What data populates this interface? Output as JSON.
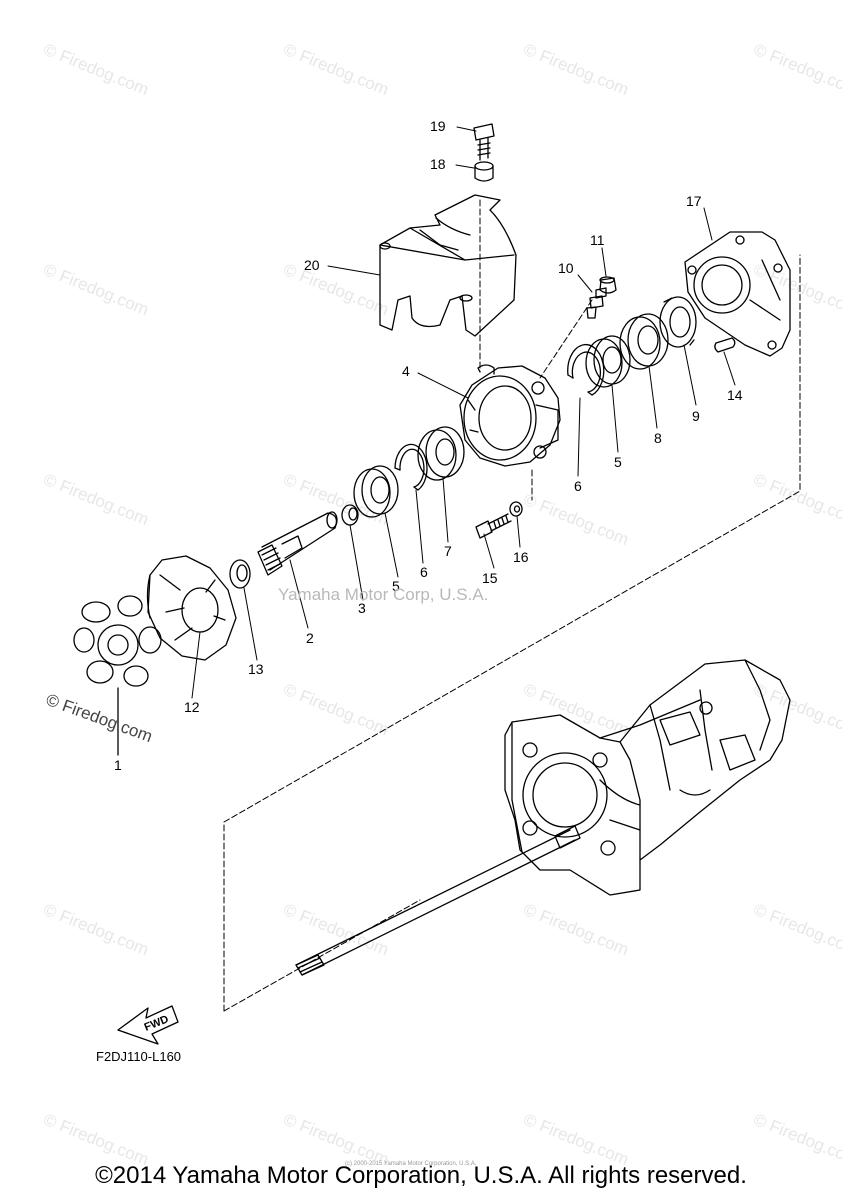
{
  "watermark_text": "© Firedog.com",
  "corp_watermark": "Yamaha Motor Corp, U.S.A.",
  "figure_code": "F2DJ110-L160",
  "fwd_label": "FWD",
  "fine_print": "(c) 2000-2015 Yamaha Motor Corporation, U.S.A.",
  "copyright": "©2014 Yamaha Motor Corporation, U.S.A. All rights reserved.",
  "callouts": {
    "c1": "1",
    "c2": "2",
    "c3": "3",
    "c4": "4",
    "c5a": "5",
    "c5b": "5",
    "c6a": "6",
    "c6b": "6",
    "c7": "7",
    "c8": "8",
    "c9": "9",
    "c10": "10",
    "c11": "11",
    "c12": "12",
    "c13": "13",
    "c14": "14",
    "c15": "15",
    "c16": "16",
    "c17": "17",
    "c18": "18",
    "c19": "19",
    "c20": "20"
  }
}
